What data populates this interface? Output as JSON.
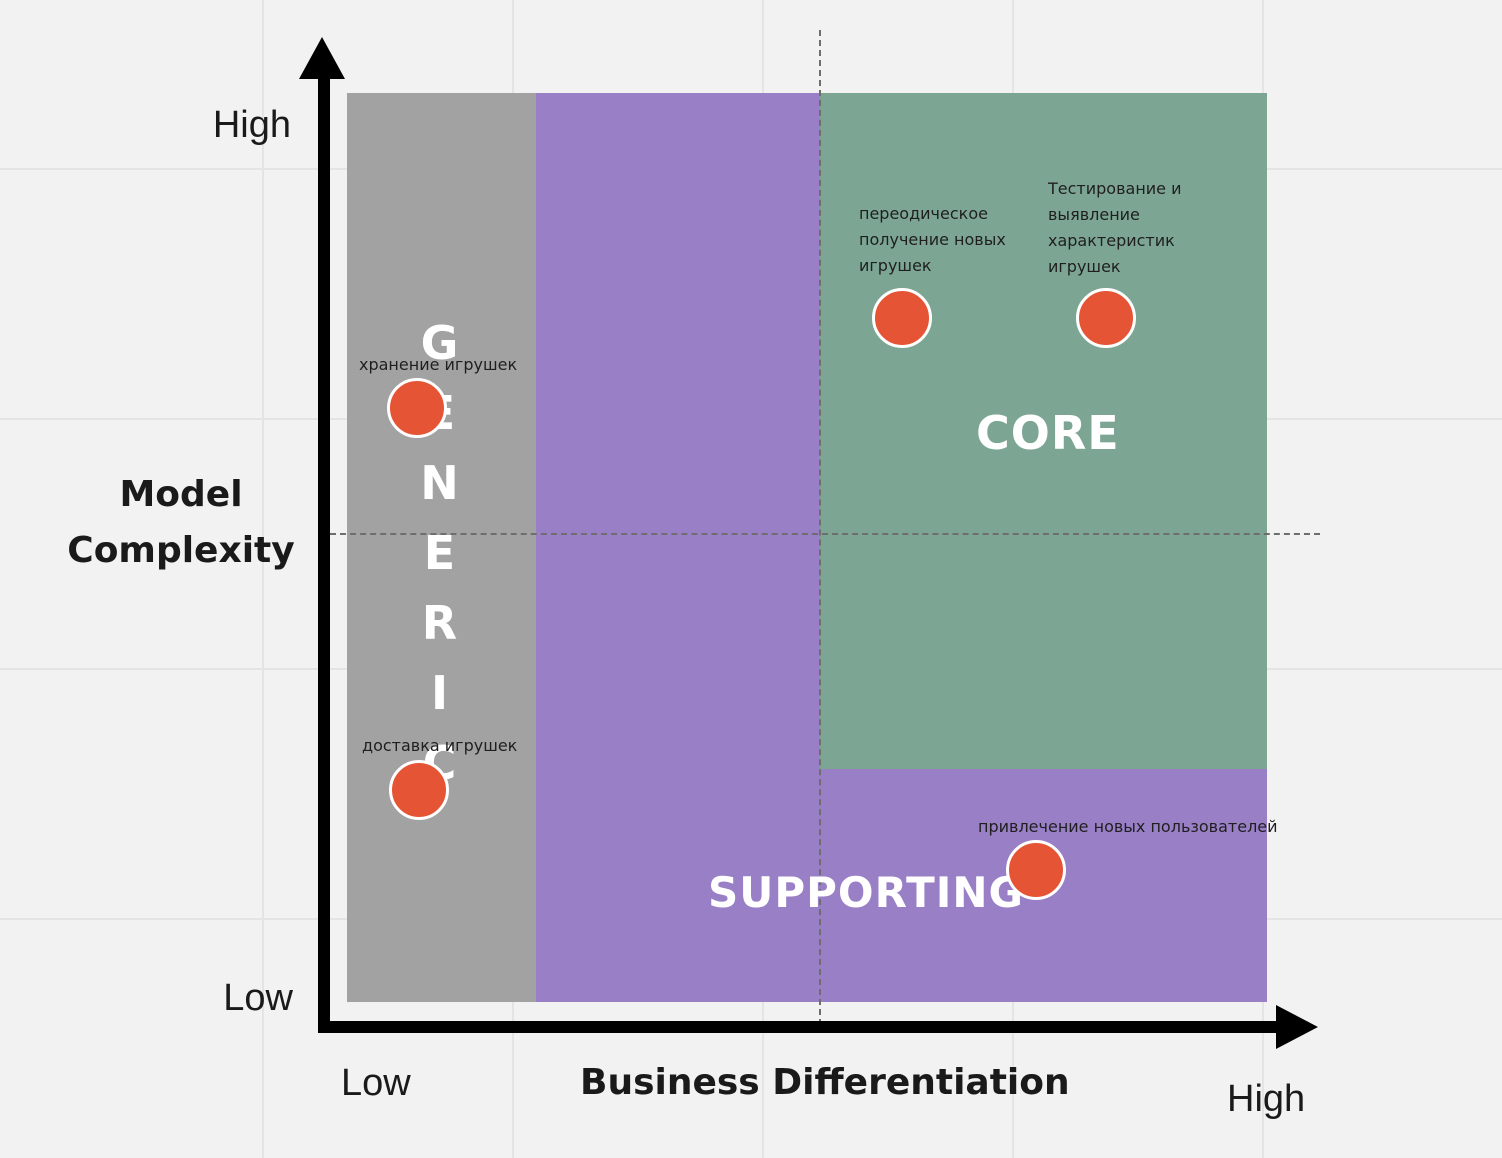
{
  "axes": {
    "y_high": "High",
    "y_low": "Low",
    "y_title": "Model Complexity",
    "x_low": "Low",
    "x_high": "High",
    "x_title": "Business Differentiation"
  },
  "zones": {
    "generic": "GENERIC",
    "core": "CORE",
    "supporting": "SUPPORTING"
  },
  "zone_colors": {
    "generic": "#a2a2a2",
    "core": "#7ca693",
    "supporting": "#987fc6",
    "dot": "#e55435"
  },
  "items": {
    "storage": "хранение игрушек",
    "delivery": "доставка игрушек",
    "periodic": "переодическое получение новых игрушек",
    "testing": "Тестирование и выявление характеристик игрушек",
    "acquisition": "привлечение новых пользователей"
  }
}
